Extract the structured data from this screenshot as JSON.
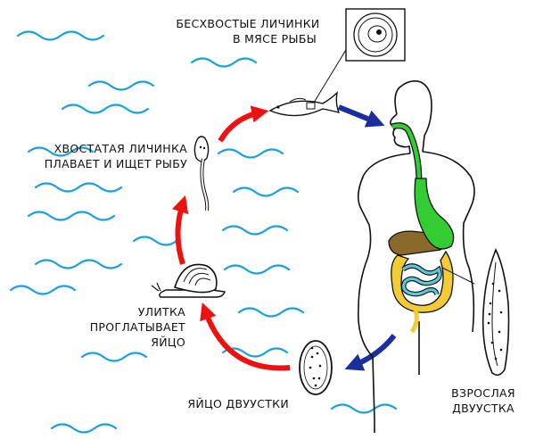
{
  "labels": {
    "tailless_larvae": [
      "БЕСХВОСТЫЕ ЛИЧИНКИ",
      "В МЯСЕ РЫБЫ"
    ],
    "tailed_larva": [
      "ХВОСТАТАЯ ЛИЧИНКА",
      "ПЛАВАЕТ И ИЩЕТ РЫБУ"
    ],
    "snail": [
      "УЛИТКА",
      "ПРОГЛАТЫВАЕТ",
      "ЯЙЦО"
    ],
    "fluke_egg": [
      "ЯЙЦО ДВУУСТКИ"
    ],
    "adult_fluke": [
      "ВЗРОСЛАЯ",
      "ДВУУСТКА"
    ]
  },
  "colors": {
    "water": "#1aa0e0",
    "cycle_arrow": "#ee1111",
    "infection_arrow": "#1a2e9e",
    "stomach": "#33cc33",
    "liver": "#8a6a2a",
    "intestine": "#f2cc33",
    "small_intestine": "#5fc8d8",
    "outline": "#111111"
  }
}
